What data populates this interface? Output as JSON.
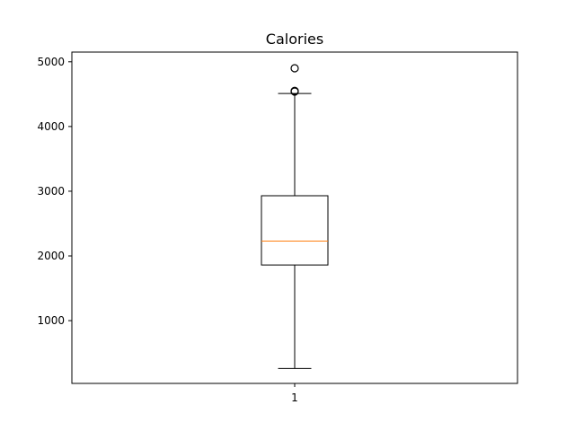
{
  "chart_data": {
    "type": "box",
    "title": "Calories",
    "xlabel": "",
    "ylabel": "",
    "categories": [
      "1"
    ],
    "ylim": [
      30,
      5150
    ],
    "yticks": [
      1000,
      2000,
      3000,
      4000,
      5000
    ],
    "yticklabels": [
      "1000",
      "2000",
      "3000",
      "4000",
      "5000"
    ],
    "box": {
      "whisker_low": 260,
      "q1": 1860,
      "median": 2230,
      "q3": 2930,
      "whisker_high": 4510
    },
    "outliers": [
      4540,
      4550,
      4900
    ],
    "grid": false,
    "colors": {
      "box": "#000000",
      "median": "#ff7f0e",
      "outlier": "#000000"
    }
  }
}
